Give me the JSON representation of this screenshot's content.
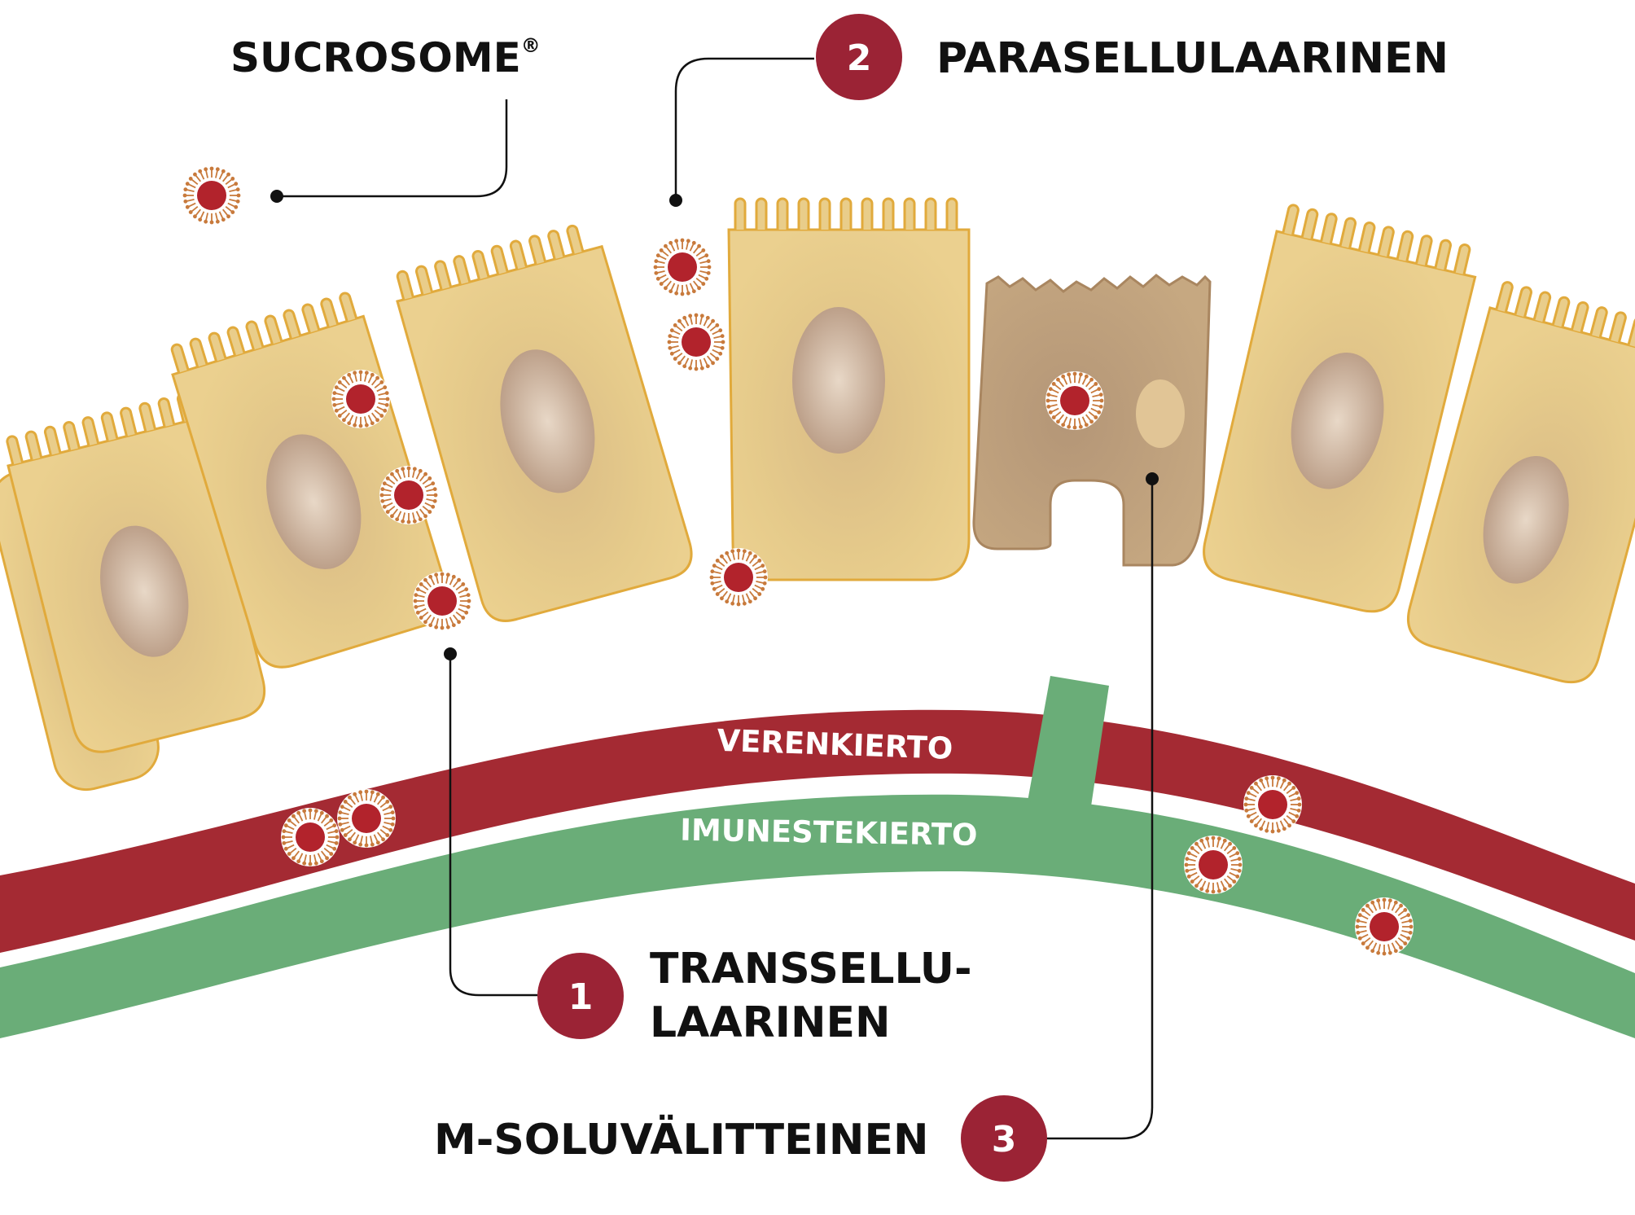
{
  "labels": {
    "sucrosome": "SUCROSOME",
    "sucrosome_mark": "®",
    "paracellular_num": "2",
    "paracellular": "PARASELLULAARINEN",
    "transcellular_num": "1",
    "transcellular_line1": "TRANSSELLU-",
    "transcellular_line2": "LAARINEN",
    "mcell_num": "3",
    "mcell": "M-SOLUVÄLITTEINEN",
    "blood": "VERENKIERTO",
    "lymph": "IMUNESTEKIERTO"
  },
  "colors": {
    "blood": "#a42a33",
    "lymph": "#6aad78",
    "cell_fill": "#e9cd8a",
    "cell_stroke": "#e1aa3c",
    "nucleus": "#b89a83",
    "mcell_fill": "#bf9f7c",
    "badge": "#9b2335",
    "sucrosome_core": "#b2232c",
    "sucrosome_ring": "#c87a3c"
  }
}
